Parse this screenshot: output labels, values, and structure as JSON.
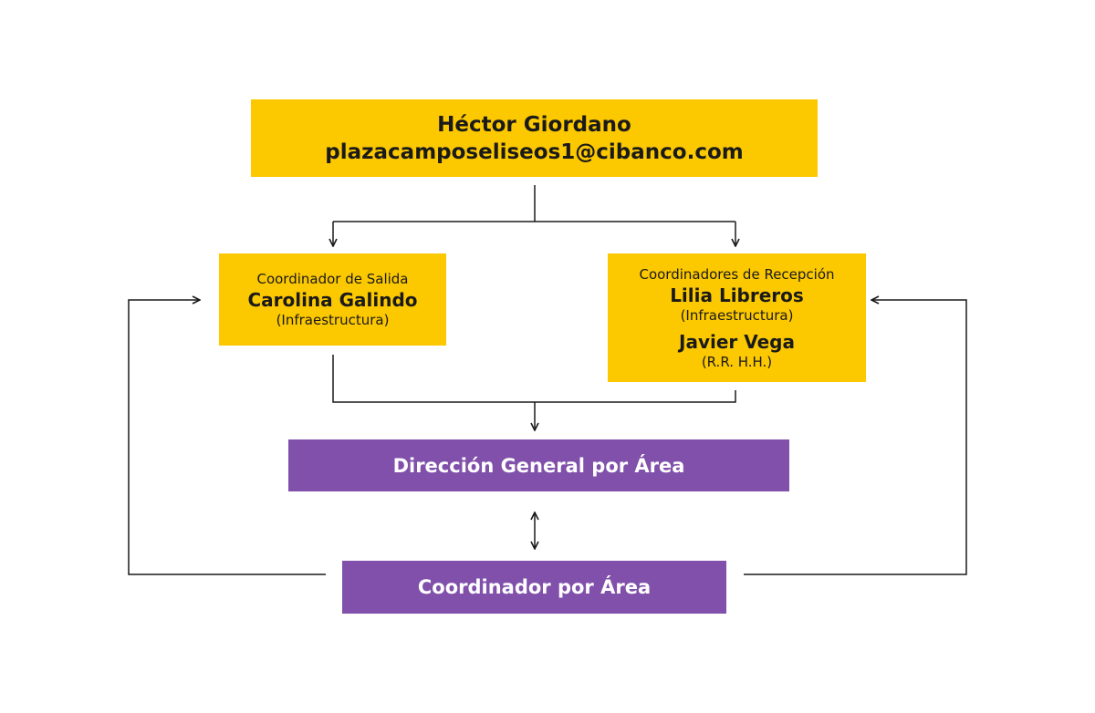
{
  "top": {
    "name": "Héctor Giordano",
    "email": "plazacamposeliseos1@cibanco.com"
  },
  "salida": {
    "role": "Coordinador de Salida",
    "person": "Carolina Galindo",
    "dept": "(Infraestructura)"
  },
  "recepcion": {
    "role": "Coordinadores de Recepción",
    "person1": "Lilia Libreros",
    "dept1": "(Infraestructura)",
    "person2": "Javier Vega",
    "dept2": "(R.R. H.H.)"
  },
  "direccion": {
    "label": "Dirección General por Área"
  },
  "coordinador": {
    "label": "Coordinador por Área"
  },
  "colors": {
    "yellow": "#fcc800",
    "purple": "#8050ab",
    "line": "#1a1a1a"
  }
}
